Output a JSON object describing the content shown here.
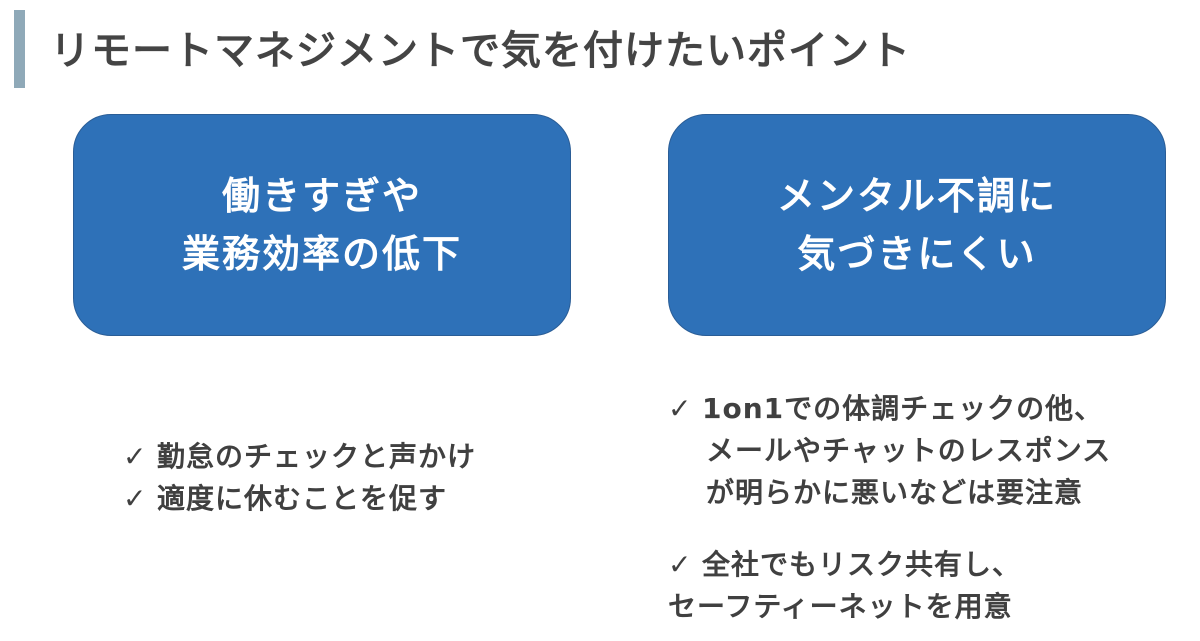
{
  "title": "リモートマネジメントで気を付けたいポイント",
  "left_box": {
    "line1": "働きすぎや",
    "line2": "業務効率の低下"
  },
  "right_box": {
    "line1": "メンタル不調に",
    "line2": "気づきにくい"
  },
  "check_glyph": "✓",
  "left_notes": {
    "item1": "勤怠のチェックと声かけ",
    "item2": "適度に休むことを促す"
  },
  "right_notes": {
    "item1_line1": "1on1での体調チェックの他、",
    "item1_line2": "メールやチャットのレスポンス",
    "item1_line3": "が明らかに悪いなどは要注意",
    "item2_line1": "全社でもリスク共有し、",
    "item2_line2": "セーフティーネットを用意"
  }
}
